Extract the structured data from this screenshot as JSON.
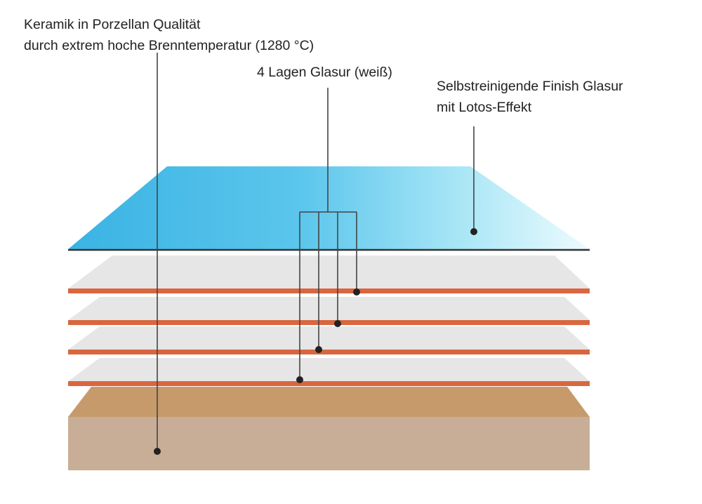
{
  "labels": {
    "ceramic": {
      "line1": "Keramik in Porzellan Qualität",
      "line2": "durch extrem hoche Brenntemperatur (1280 °C)"
    },
    "glaze": {
      "line1": "4 Lagen Glasur (weiß)"
    },
    "finish": {
      "line1": "Selbstreinigende Finish Glasur",
      "line2": "mit Lotos-Effekt"
    }
  },
  "colors": {
    "finish_layer_start": "#3ab3e4",
    "finish_layer_end": "#e9f9fd",
    "glaze_layer_fill": "#e6e6e6",
    "glaze_layer_edge": "#d9663f",
    "ceramic_top": "#c69a6b",
    "ceramic_front": "#c8ae97",
    "leader_line": "#444444"
  }
}
